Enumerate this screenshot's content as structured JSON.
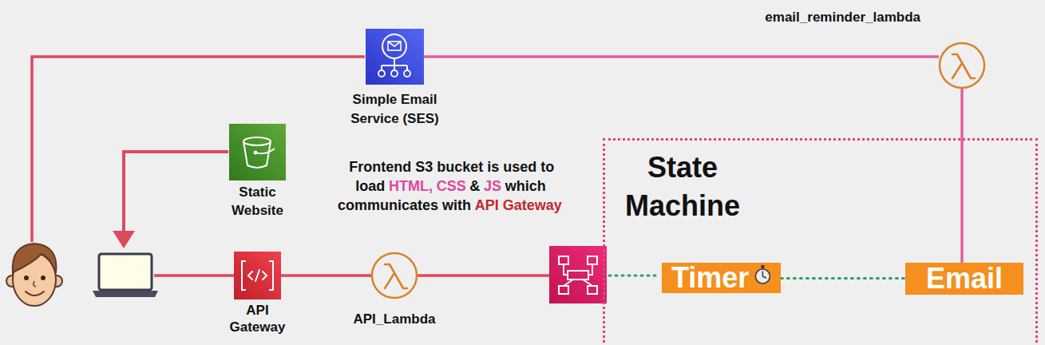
{
  "diagram": {
    "nodes": [
      {
        "text": [
          "Simple Email Service (SES)"
        ]
      },
      {
        "text": [
          "email_reminder_lambda"
        ]
      },
      {
        "text": [
          "Static Website"
        ]
      },
      {
        "text": [
          "State Machine"
        ]
      },
      {
        "text": [
          "Timer"
        ],
        "in": 3
      },
      {
        "text": [
          "Email"
        ],
        "in": 3
      },
      {
        "text": [
          "API Gateway"
        ]
      },
      {
        "text": [
          "API_Lambda"
        ]
      }
    ],
    "edges": [
      {
        "from": 6,
        "to": 7,
        "arrow": "none"
      },
      {
        "from": 7,
        "to": 3,
        "arrow": "none"
      },
      {
        "from": 4,
        "to": 5,
        "arrow": "none"
      },
      {
        "from": 5,
        "to": 1,
        "arrow": "none"
      },
      {
        "from": 1,
        "to": 0,
        "arrow": "none"
      }
    ],
    "labels": [
      "Frontend S3 bucket is used to load",
      "HTML,",
      "CSS",
      "&",
      "JS",
      "which communicates with",
      "API Gateway"
    ]
  }
}
